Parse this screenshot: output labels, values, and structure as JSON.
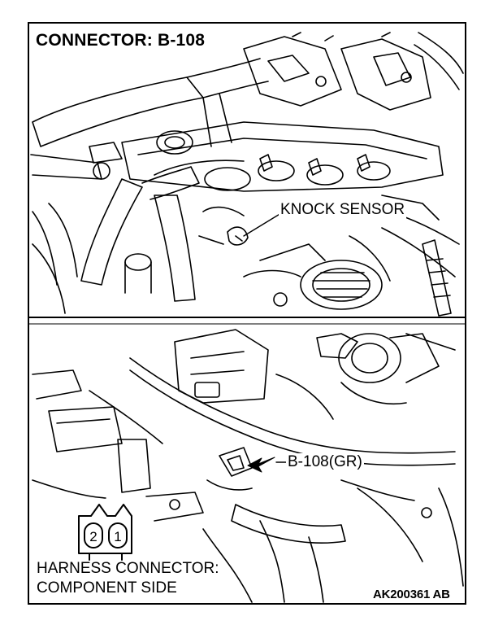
{
  "title": "CONNECTOR: B-108",
  "callouts": {
    "knock_sensor": "KNOCK SENSOR",
    "connector": "B-108(GR)"
  },
  "harness_connector": {
    "pins": [
      "2",
      "1"
    ],
    "caption_line1": "HARNESS CONNECTOR:",
    "caption_line2": "COMPONENT SIDE"
  },
  "figure_id": "AK200361 AB",
  "colors": {
    "line": "#000000",
    "background": "#ffffff"
  }
}
